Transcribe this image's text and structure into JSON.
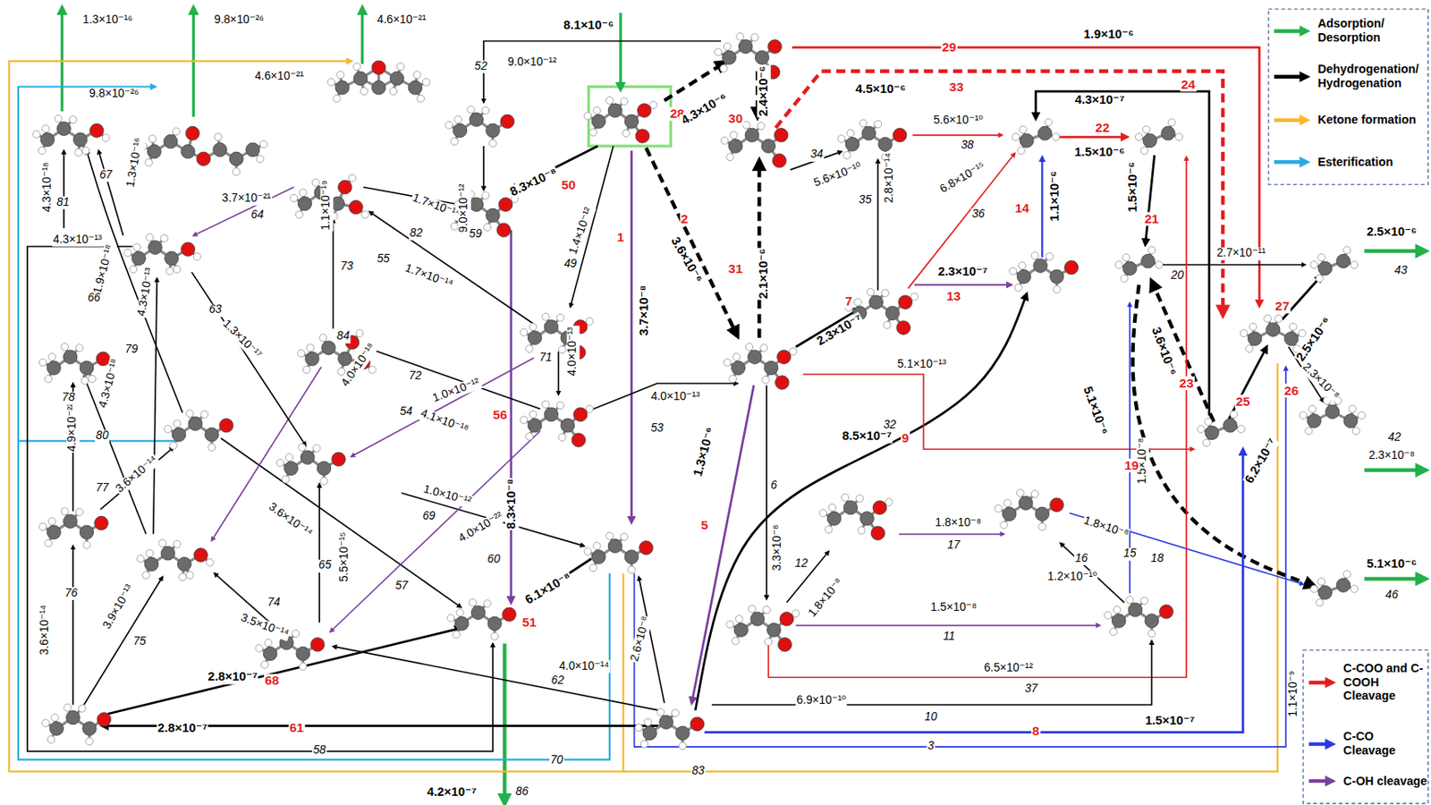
{
  "diagram": {
    "labels": [
      "1.3×10⁻¹⁶",
      "9.8×10⁻²⁶",
      "4.6×10⁻²¹",
      "8.1×10⁻⁶",
      "4.6×10⁻²¹",
      "9.8×10⁻²⁶",
      "52",
      "9.0×10⁻¹²",
      "1.3×10⁻¹⁶",
      "67",
      "4.3×10⁻¹⁸",
      "81",
      "4.3×10⁻¹³",
      "1.9×10⁻¹⁸",
      "66",
      "4.3×10⁻¹³",
      "79",
      "4.3×10⁻¹⁸",
      "80",
      "4.9×10⁻²²",
      "78",
      "77",
      "3.6×10⁻¹⁴",
      "76",
      "3.6×10⁻¹⁴",
      "3.9×10⁻¹³",
      "75",
      "3.7×10⁻²¹",
      "64",
      "63",
      "1.3×10⁻¹⁷",
      "1.1×10⁻¹⁹",
      "73",
      "1.7×10⁻¹⁴",
      "82",
      "55",
      "1.7×10⁻¹⁴",
      "84",
      "4.0×10⁻¹⁸",
      "72",
      "1.0×10⁻¹²",
      "54",
      "4.1×10⁻¹⁸",
      "65",
      "5.5×10⁻¹⁵",
      "74",
      "3.5×10⁻¹⁴",
      "3.6×10⁻¹⁴",
      "57",
      "1.0×10⁻¹²",
      "69",
      "4.0×10⁻²²",
      "60",
      "9.0×10⁻¹²",
      "59",
      "8.3×10⁻⁸",
      "50",
      "1.4×10⁻¹²",
      "49",
      "56",
      "8.3×10⁻⁸",
      "71",
      "4.0×10⁻¹³",
      "4.0×10⁻¹³",
      "53",
      "6.1×10⁻⁸",
      "51",
      "2.6×10⁻⁸",
      "2.8×10⁻⁷",
      "68",
      "2.8×10⁻⁷",
      "61",
      "4.0×10⁻¹⁴",
      "62",
      "58",
      "70",
      "83",
      "4.2×10⁻⁷",
      "86",
      "3",
      "1.5×10⁻⁷",
      "8",
      "1.1×10⁻⁹",
      "10",
      "6.9×10⁻¹⁰",
      "6.5×10⁻¹²",
      "37",
      "1.5×10⁻⁸",
      "11",
      "1.8×10⁻⁸",
      "17",
      "12",
      "1.8×10⁻⁸",
      "3.3×10⁻⁸",
      "6",
      "16",
      "1.2×10⁻¹⁰",
      "1.8×10⁻⁸",
      "18",
      "15",
      "1.5×10⁻⁸",
      "5.1×10⁻¹³",
      "32",
      "8.5×10⁻⁷",
      "9",
      "1.3×10⁻⁶",
      "5",
      "3.7×10⁻⁸",
      "1",
      "2",
      "3.6×10⁻⁶",
      "28",
      "4.3×10⁻⁶",
      "30",
      "2.4×10⁻⁶",
      "31",
      "2.1×10⁻⁶",
      "29",
      "1.9×10⁻⁶",
      "33",
      "4.5×10⁻⁶",
      "24",
      "4.3×10⁻⁷",
      "34",
      "5.6×10⁻¹⁰",
      "5.6×10⁻¹⁰",
      "38",
      "35",
      "2.8×10⁻¹⁴",
      "6.8×10⁻¹⁵",
      "36",
      "22",
      "1.5×10⁻⁶",
      "14",
      "1.1×10⁻⁶",
      "2.3×10⁻⁷",
      "13",
      "7",
      "2.3×10⁻⁷",
      "1.5×10⁻⁶",
      "21",
      "20",
      "2.7×10⁻¹¹",
      "2.5×10⁻⁶",
      "43",
      "27",
      "2.5×10⁻⁶",
      "26",
      "2.3×10⁻⁸",
      "42",
      "2.3×10⁻⁸",
      "5.1×10⁻⁶",
      "46",
      "23",
      "3.6×10⁻⁶",
      "25",
      "6.2×10⁻⁷",
      "19",
      "5.1×10⁻⁶"
    ],
    "legend": [
      {
        "text": "Adsorption/ Desorption",
        "color": "#22b04b"
      },
      {
        "text": "Dehydrogenation/ Hydrogenation",
        "color": "#000000"
      },
      {
        "text": "Ketone formation",
        "color": "#f5b82e"
      },
      {
        "text": "Esterification",
        "color": "#29abe2"
      },
      {
        "text": "C-COO and C-COOH Cleavage",
        "color": "#e41e1e"
      },
      {
        "text": "C-CO Cleavage",
        "color": "#2838e0"
      },
      {
        "text": "C-OH cleavage",
        "color": "#7b3f9e"
      }
    ]
  }
}
